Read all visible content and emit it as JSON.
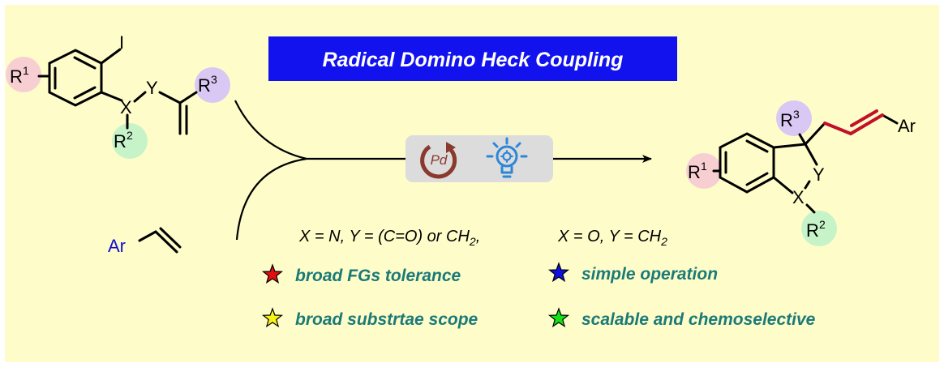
{
  "title": "Radical Domino Heck Coupling",
  "colors": {
    "background": "#fefdc9",
    "title_bg": "#1212ee",
    "title_text": "#ffffff",
    "feature_text": "#1b7a78",
    "r1_bubble": "#f7cfd3",
    "r2_bubble": "#c7f3c9",
    "r3_bubble": "#d9c8f4",
    "new_bond": "#c0102a",
    "catalyst_box": "#dcdcdc",
    "pd_ring": "#8a3a2c",
    "bulb": "#2e86d6"
  },
  "reactant1": {
    "iodine": "I",
    "r1": "R",
    "r1_sup": "1",
    "x": "X",
    "y": "Y",
    "r2": "R",
    "r2_sup": "2",
    "r3": "R",
    "r3_sup": "3"
  },
  "reactant2": {
    "ar": "Ar"
  },
  "catalyst": {
    "pd_label": "Pd",
    "icons": [
      "pd-cycle-icon",
      "lightbulb-icon"
    ]
  },
  "conditions": {
    "part1": "X = N, Y = (C=O) or CH",
    "part1_sub": "2",
    "part1_end": ",",
    "part2": "X = O, Y = CH",
    "part2_sub": "2"
  },
  "product": {
    "r1": "R",
    "r1_sup": "1",
    "r3": "R",
    "r3_sup": "3",
    "y": "Y",
    "x": "X",
    "r2": "R",
    "r2_sup": "2",
    "ar": "Ar"
  },
  "features": [
    {
      "text": "broad FGs tolerance",
      "star_color": "#e01010",
      "icon": "red-star-icon"
    },
    {
      "text": "simple operation",
      "star_color": "#1010e0",
      "icon": "blue-star-icon"
    },
    {
      "text": "broad substrtae scope",
      "star_color": "#f4f416",
      "icon": "yellow-star-icon"
    },
    {
      "text": "scalable and chemoselective",
      "star_color": "#16e016",
      "icon": "green-star-icon"
    }
  ]
}
